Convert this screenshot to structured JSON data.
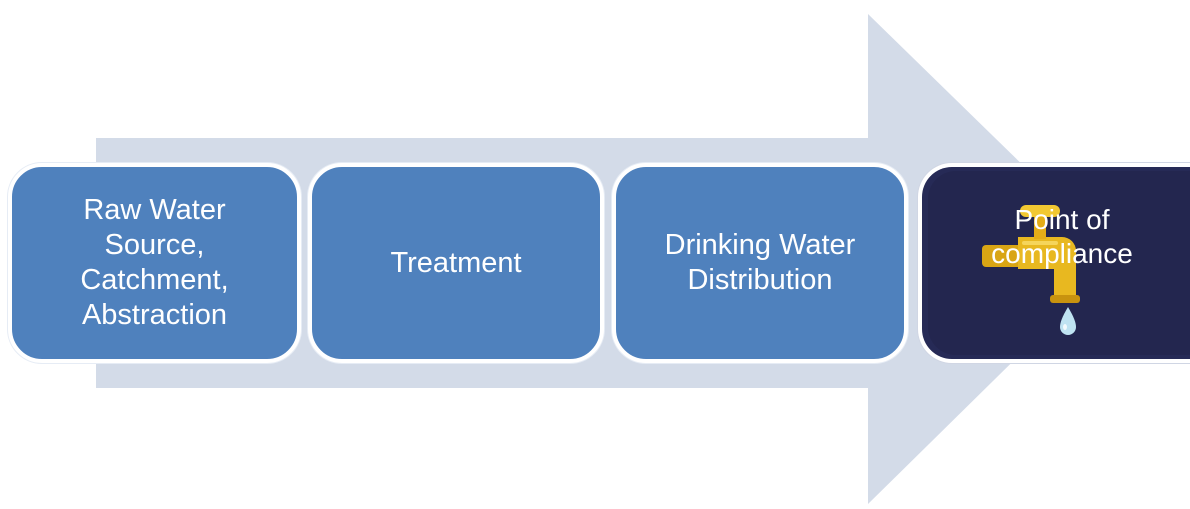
{
  "stages": [
    {
      "label": "Raw Water\nSource,\nCatchment,\nAbstraction"
    },
    {
      "label": "Treatment"
    },
    {
      "label": "Drinking Water\nDistribution"
    },
    {
      "label": "Point of\ncompliance",
      "icon": "water-tap-icon"
    }
  ],
  "colors": {
    "arrow": "#d3dbe8",
    "stage_fill": "#4f81bd",
    "final_fill": "#262a56",
    "tap": "#e8b820",
    "drop": "#bfe3f2"
  }
}
